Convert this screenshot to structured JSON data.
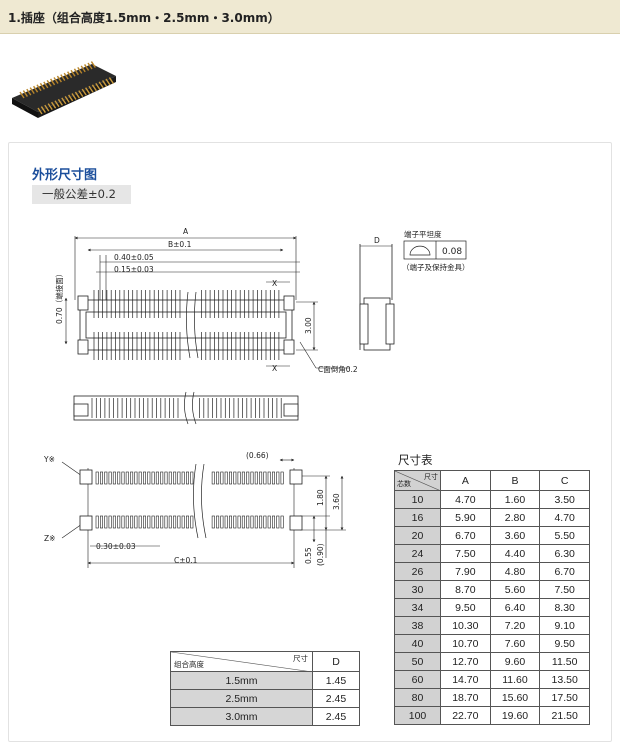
{
  "header": {
    "title": "1.插座（组合高度1.5mm・2.5mm・3.0mm）"
  },
  "section": {
    "title": "外形尺寸图",
    "tolerance": "一般公差±0.2"
  },
  "drawing": {
    "labels": {
      "A": "A",
      "B": "B±0.1",
      "pitch": "0.40±0.05",
      "offset": "0.15±0.03",
      "x_top": "X",
      "x_bot": "X",
      "leads": "0.70（端接面）",
      "width": "3.00",
      "chamfer": "C面倒角0.2",
      "D": "D",
      "flatness_title": "端子平坦度",
      "flatness_value": "0.08",
      "flatness_note": "（端子及保持金具）",
      "fp_066": "(0.66)",
      "Y": "Y※",
      "Z": "Z※",
      "fp_030": "0.30±0.03",
      "C": "C±0.1",
      "d180": "1.80",
      "d360": "3.60",
      "d055": "0.55",
      "d090": "(0.90)"
    }
  },
  "size_table": {
    "title": "尺寸表",
    "corner_top": "尺寸",
    "corner_bottom": "芯数",
    "headers": [
      "A",
      "B",
      "C"
    ],
    "rows": [
      {
        "k": "10",
        "a": "4.70",
        "b": "1.60",
        "c": "3.50"
      },
      {
        "k": "16",
        "a": "5.90",
        "b": "2.80",
        "c": "4.70"
      },
      {
        "k": "20",
        "a": "6.70",
        "b": "3.60",
        "c": "5.50"
      },
      {
        "k": "24",
        "a": "7.50",
        "b": "4.40",
        "c": "6.30"
      },
      {
        "k": "26",
        "a": "7.90",
        "b": "4.80",
        "c": "6.70"
      },
      {
        "k": "30",
        "a": "8.70",
        "b": "5.60",
        "c": "7.50"
      },
      {
        "k": "34",
        "a": "9.50",
        "b": "6.40",
        "c": "8.30"
      },
      {
        "k": "38",
        "a": "10.30",
        "b": "7.20",
        "c": "9.10"
      },
      {
        "k": "40",
        "a": "10.70",
        "b": "7.60",
        "c": "9.50"
      },
      {
        "k": "50",
        "a": "12.70",
        "b": "9.60",
        "c": "11.50"
      },
      {
        "k": "60",
        "a": "14.70",
        "b": "11.60",
        "c": "13.50"
      },
      {
        "k": "80",
        "a": "18.70",
        "b": "15.60",
        "c": "17.50"
      },
      {
        "k": "100",
        "a": "22.70",
        "b": "19.60",
        "c": "21.50"
      }
    ]
  },
  "d_table": {
    "corner_top": "尺寸",
    "corner_bottom": "组合高度",
    "header": "D",
    "rows": [
      {
        "k": "1.5mm",
        "v": "1.45"
      },
      {
        "k": "2.5mm",
        "v": "2.45"
      },
      {
        "k": "3.0mm",
        "v": "2.45"
      }
    ]
  }
}
